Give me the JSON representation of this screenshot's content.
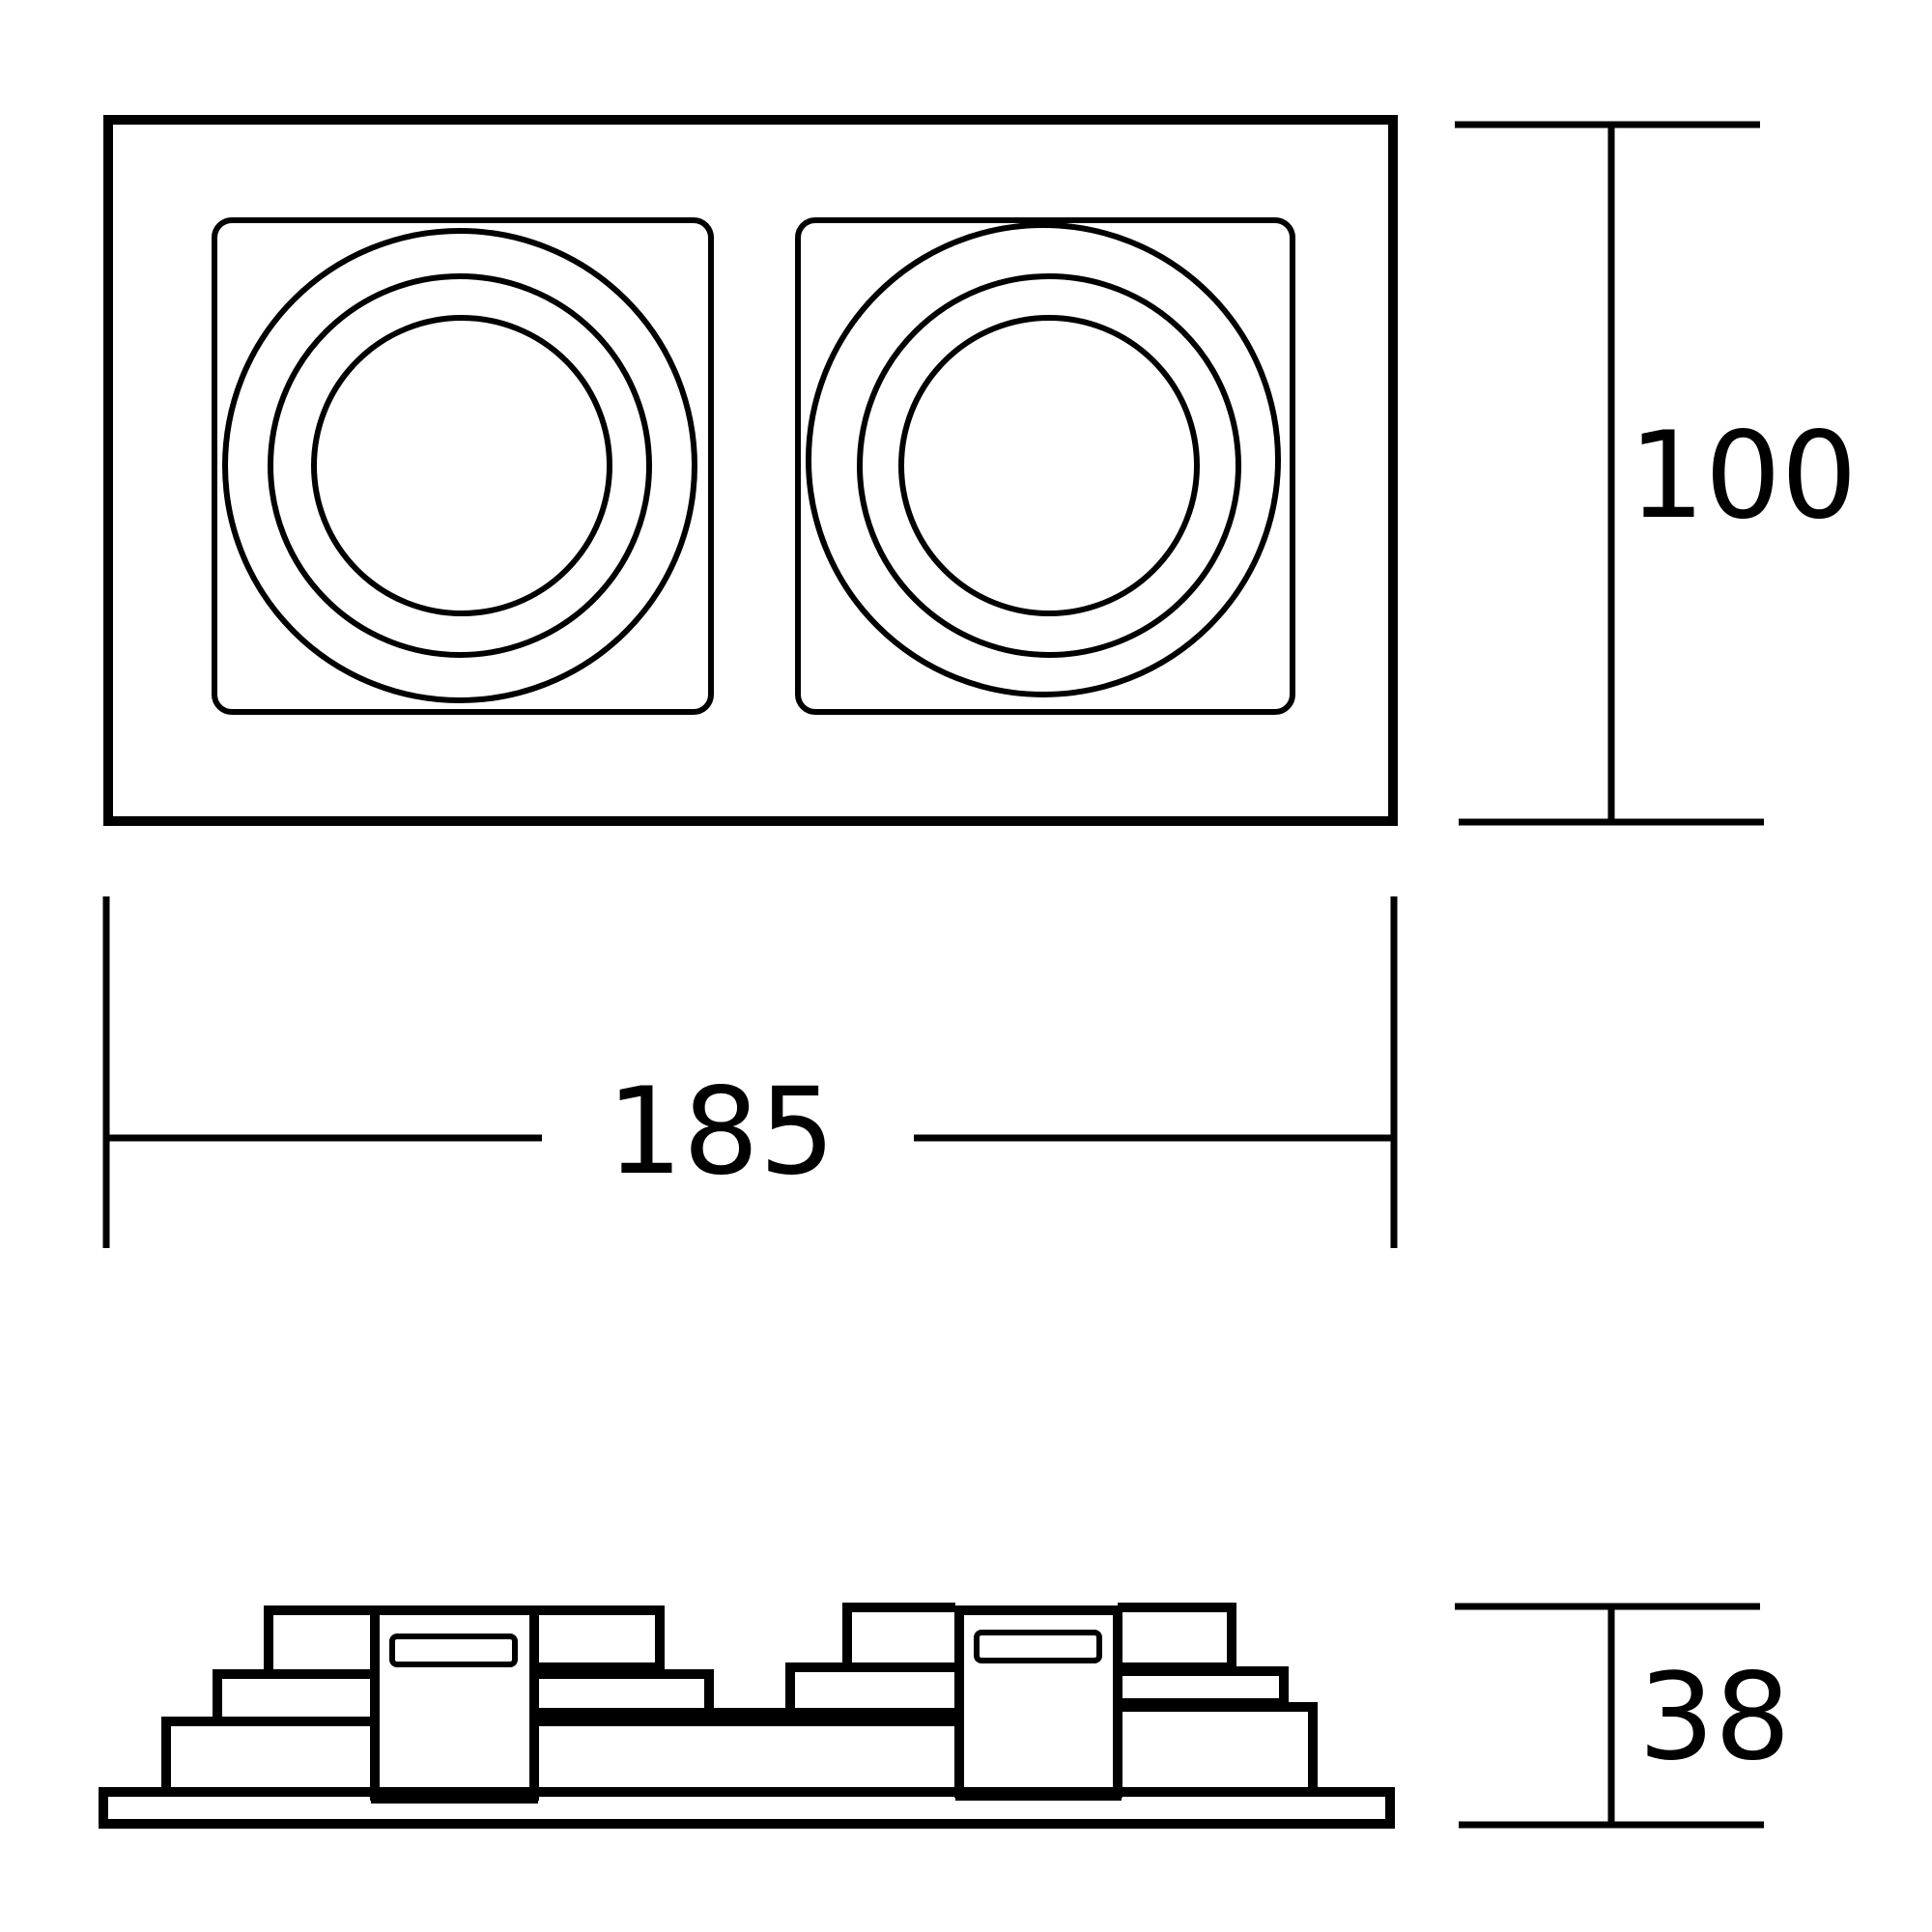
{
  "dimensions": {
    "height": "100",
    "width": "185",
    "depth": "38"
  },
  "colors": {
    "line": "#000000",
    "background": "#ffffff"
  }
}
